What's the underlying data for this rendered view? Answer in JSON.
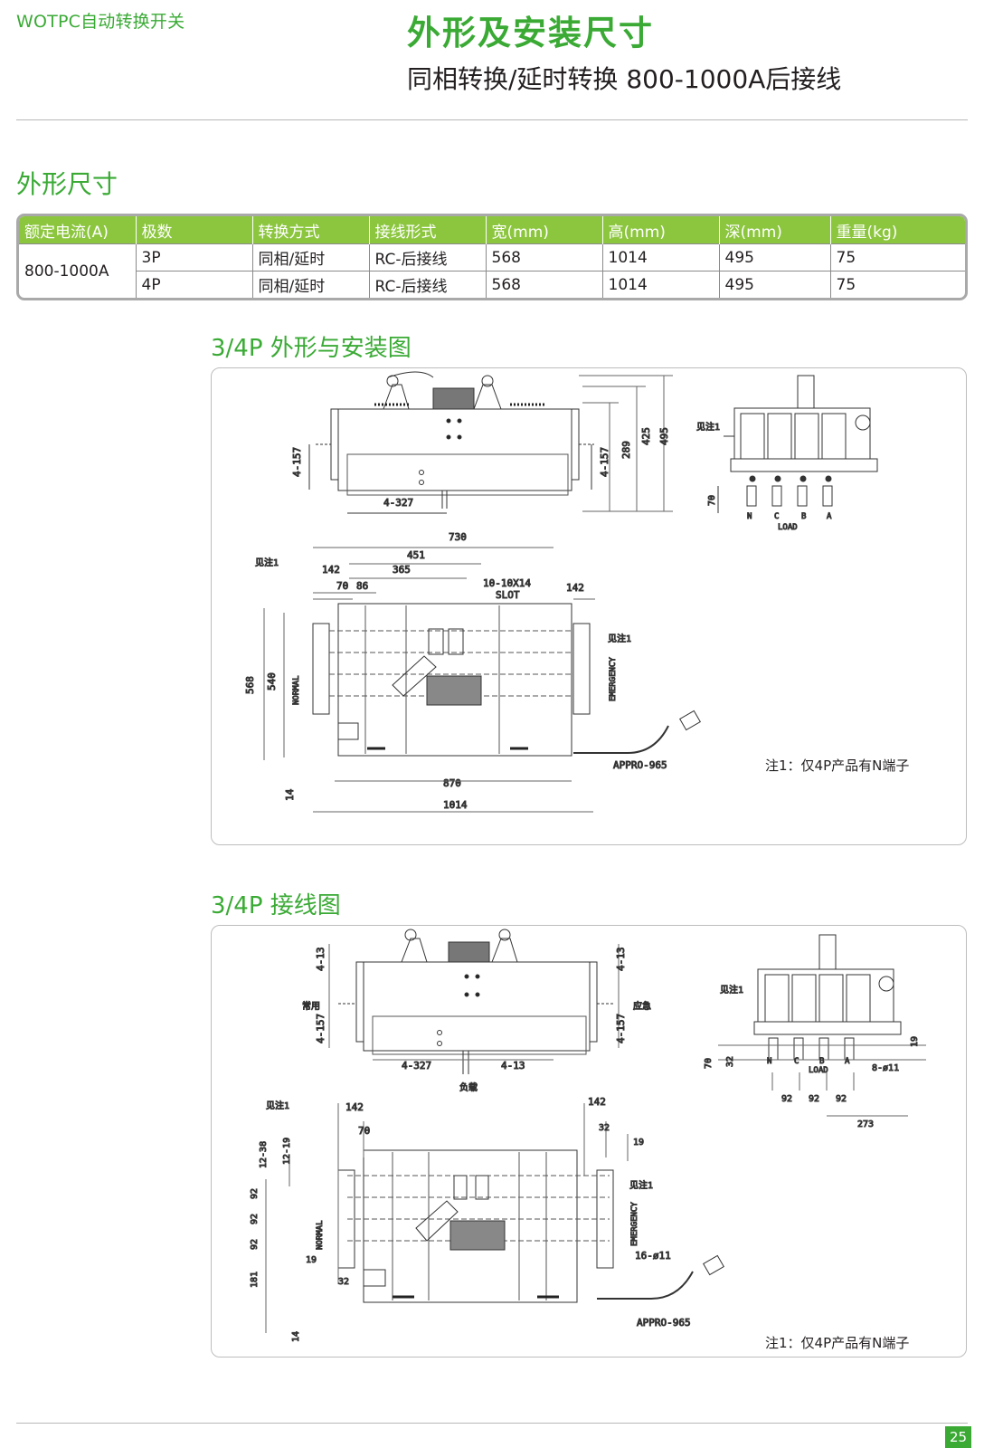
{
  "header": {
    "brand": "WOTPC自动转换开关",
    "title": "外形及安装尺寸",
    "subtitle": "同相转换/延时转换 800-1000A后接线"
  },
  "section": {
    "title": "外形尺寸"
  },
  "spec_table": {
    "headers": [
      "额定电流(A)",
      "极数",
      "转换方式",
      "接线形式",
      "宽(mm)",
      "高(mm)",
      "深(mm)",
      "重量(kg)"
    ],
    "current": "800-1000A",
    "rows": [
      {
        "poles": "3P",
        "mode": "同相/延时",
        "wiring": "RC-后接线",
        "width": "568",
        "height": "1014",
        "depth": "495",
        "weight": "75"
      },
      {
        "poles": "4P",
        "mode": "同相/延时",
        "wiring": "RC-后接线",
        "width": "568",
        "height": "1014",
        "depth": "495",
        "weight": "75"
      }
    ]
  },
  "figure1": {
    "title": "3/4P 外形与安装图",
    "note": "注1：仅4P产品有N端子",
    "dims": {
      "d4_157": "4-157",
      "d4_327": "4-327",
      "d289": "289",
      "d425": "425",
      "d495": "495",
      "d730": "730",
      "d451": "451",
      "d365": "365",
      "d142": "142",
      "d70": "70",
      "d86": "86",
      "slot1": "10-10X14",
      "slot2": "SLOT",
      "d568": "568",
      "d540": "540",
      "d14": "14",
      "d870": "870",
      "d1014": "1014",
      "appro": "APPRO-965",
      "see_note": "见注1",
      "normal": "NORMAL",
      "emergency": "EMERGENCY",
      "load": "LOAD",
      "n": "N",
      "c": "C",
      "b": "B",
      "a": "A"
    }
  },
  "figure2": {
    "title": "3/4P 接线图",
    "note": "注1：仅4P产品有N端子",
    "dims": {
      "d4_13": "4-13",
      "d4_157": "4-157",
      "normal_cn": "常用",
      "emergency_cn": "应急",
      "d4_327": "4-327",
      "load_cn": "负载",
      "d142": "142",
      "d70": "70",
      "d12_38": "12-38",
      "d12_19": "12-19",
      "d92": "92",
      "d181": "181",
      "d19": "19",
      "d32": "32",
      "d14": "14",
      "d16_11": "16-ø11",
      "appro": "APPRO-965",
      "d8_11": "8-ø11",
      "d273": "273",
      "see_note": "见注1",
      "normal": "NORMAL",
      "emergency": "EMERGENCY",
      "load": "LOAD",
      "n": "N",
      "c": "C",
      "b": "B",
      "a": "A"
    }
  },
  "footer": {
    "page": "25"
  }
}
